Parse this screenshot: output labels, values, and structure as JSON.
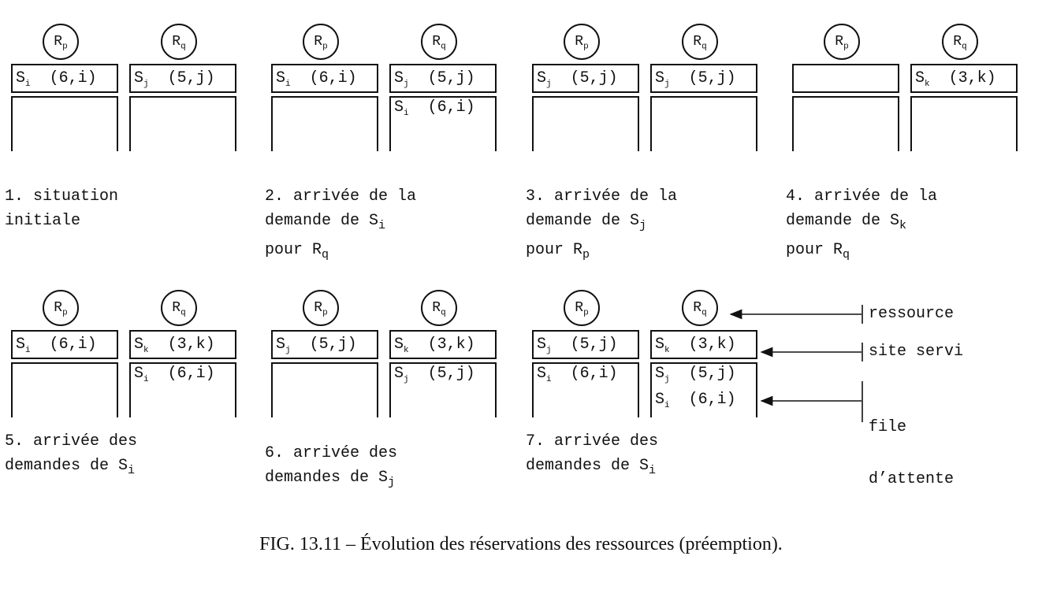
{
  "panels": [
    {
      "rp": "R",
      "rp_sub": "p",
      "rq": "R",
      "rq_sub": "q",
      "srv_p": {
        "s": "S",
        "sub": "i",
        "rest": "(6,i)"
      },
      "srv_q": {
        "s": "S",
        "sub": "j",
        "rest": "(5,j)"
      },
      "queue_p": [],
      "queue_q": [],
      "caption": [
        "1. situation",
        "initiale"
      ]
    },
    {
      "rp": "R",
      "rp_sub": "p",
      "rq": "R",
      "rq_sub": "q",
      "srv_p": {
        "s": "S",
        "sub": "i",
        "rest": "(6,i)"
      },
      "srv_q": {
        "s": "S",
        "sub": "j",
        "rest": "(5,j)"
      },
      "queue_p": [],
      "queue_q": [
        {
          "s": "S",
          "sub": "i",
          "rest": "(6,i)"
        }
      ],
      "caption": [
        "2. arrivée de la",
        "demande de S|i",
        "pour R|q"
      ]
    },
    {
      "rp": "R",
      "rp_sub": "p",
      "rq": "R",
      "rq_sub": "q",
      "srv_p": {
        "s": "S",
        "sub": "j",
        "rest": "(5,j)"
      },
      "srv_q": {
        "s": "S",
        "sub": "j",
        "rest": "(5,j)"
      },
      "queue_p": [],
      "queue_q": [],
      "caption": [
        "3. arrivée de la",
        "demande de S|j",
        "pour R|p"
      ]
    },
    {
      "rp": "R",
      "rp_sub": "p",
      "rq": "R",
      "rq_sub": "q",
      "srv_p": null,
      "srv_q": {
        "s": "S",
        "sub": "k",
        "rest": "(3,k)"
      },
      "queue_p": [],
      "queue_q": [],
      "caption": [
        "4. arrivée de la",
        "demande de S|k",
        "pour R|q"
      ]
    },
    {
      "rp": "R",
      "rp_sub": "p",
      "rq": "R",
      "rq_sub": "q",
      "srv_p": {
        "s": "S",
        "sub": "i",
        "rest": "(6,i)"
      },
      "srv_q": {
        "s": "S",
        "sub": "k",
        "rest": "(3,k)"
      },
      "queue_p": [],
      "queue_q": [
        {
          "s": "S",
          "sub": "i",
          "rest": "(6,i)"
        }
      ],
      "caption": [
        "5. arrivée des",
        "demandes de S|i"
      ]
    },
    {
      "rp": "R",
      "rp_sub": "p",
      "rq": "R",
      "rq_sub": "q",
      "srv_p": {
        "s": "S",
        "sub": "j",
        "rest": "(5,j)"
      },
      "srv_q": {
        "s": "S",
        "sub": "k",
        "rest": "(3,k)"
      },
      "queue_p": [],
      "queue_q": [
        {
          "s": "S",
          "sub": "j",
          "rest": "(5,j)"
        }
      ],
      "caption": [
        "6. arrivée des",
        "demandes de S|j"
      ]
    },
    {
      "rp": "R",
      "rp_sub": "p",
      "rq": "R",
      "rq_sub": "q",
      "srv_p": {
        "s": "S",
        "sub": "j",
        "rest": "(5,j)"
      },
      "srv_q": {
        "s": "S",
        "sub": "k",
        "rest": "(3,k)"
      },
      "queue_p": [
        {
          "s": "S",
          "sub": "i",
          "rest": "(6,i)"
        }
      ],
      "queue_q": [
        {
          "s": "S",
          "sub": "j",
          "rest": "(5,j)"
        },
        {
          "s": "S",
          "sub": "i",
          "rest": "(6,i)"
        }
      ],
      "caption": [
        "7. arrivée des",
        "demandes de S|i"
      ]
    }
  ],
  "legend": {
    "ressource": "ressource",
    "site_servi": "site servi",
    "file_line1": "file",
    "file_line2": "d’attente"
  },
  "figure_caption": "FIG. 13.11 – Évolution des réservations des ressources (préemption)."
}
